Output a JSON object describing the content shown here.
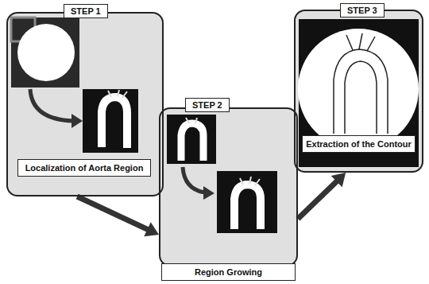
{
  "diagram": {
    "nodes": [
      {
        "text": [
          "STEP 1",
          "Localization of Aorta Region"
        ]
      },
      {
        "text": [
          "STEP 2",
          "Region Growing"
        ]
      },
      {
        "text": [
          "STEP 3",
          "Extraction of the Contour"
        ]
      }
    ],
    "edges": [
      {
        "from": 0,
        "to": 1,
        "arrow": "to"
      },
      {
        "from": 1,
        "to": 2,
        "arrow": "to"
      }
    ]
  }
}
